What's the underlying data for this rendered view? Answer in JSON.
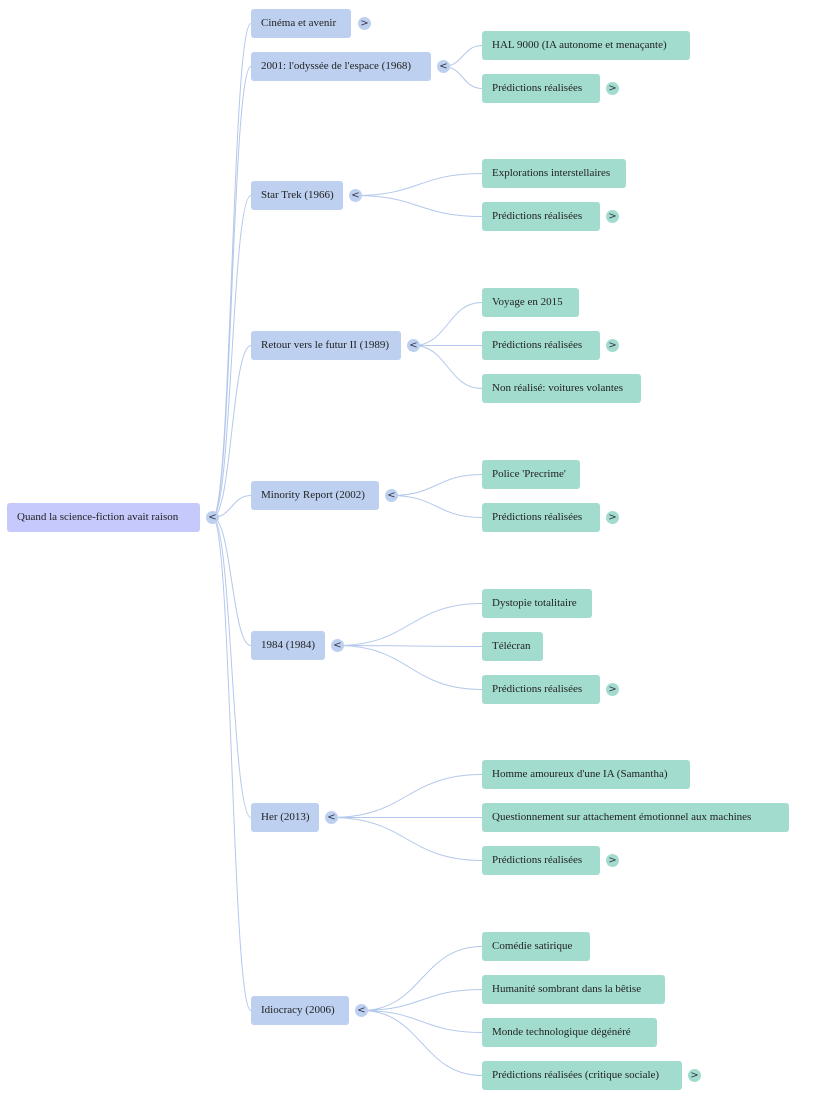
{
  "root": {
    "label": "Quand la science-fiction avait raison",
    "toggle": "<"
  },
  "colors": {
    "root": "#c5c9fb",
    "level1": "#bdd0f0",
    "level2": "#a2dcce",
    "link": "#b4c8ec"
  },
  "branches": [
    {
      "label": "Cinéma et avenir",
      "toggle": ">",
      "children": []
    },
    {
      "label": "2001: l'odyssée de l'espace (1968)",
      "toggle": "<",
      "children": [
        {
          "label": "HAL 9000 (IA autonome et menaçante)"
        },
        {
          "label": "Prédictions réalisées",
          "toggle": ">"
        }
      ]
    },
    {
      "label": "Star Trek (1966)",
      "toggle": "<",
      "children": [
        {
          "label": "Explorations interstellaires"
        },
        {
          "label": "Prédictions réalisées",
          "toggle": ">"
        }
      ]
    },
    {
      "label": "Retour vers le futur II (1989)",
      "toggle": "<",
      "children": [
        {
          "label": "Voyage en 2015"
        },
        {
          "label": "Prédictions réalisées",
          "toggle": ">"
        },
        {
          "label": "Non réalisé: voitures volantes"
        }
      ]
    },
    {
      "label": "Minority Report (2002)",
      "toggle": "<",
      "children": [
        {
          "label": "Police 'Precrime'"
        },
        {
          "label": "Prédictions réalisées",
          "toggle": ">"
        }
      ]
    },
    {
      "label": "1984 (1984)",
      "toggle": "<",
      "children": [
        {
          "label": "Dystopie totalitaire"
        },
        {
          "label": "Télécran"
        },
        {
          "label": "Prédictions réalisées",
          "toggle": ">"
        }
      ]
    },
    {
      "label": "Her (2013)",
      "toggle": "<",
      "children": [
        {
          "label": "Homme amoureux d'une IA (Samantha)"
        },
        {
          "label": "Questionnement sur attachement émotionnel aux machines"
        },
        {
          "label": "Prédictions réalisées",
          "toggle": ">"
        }
      ]
    },
    {
      "label": "Idiocracy (2006)",
      "toggle": "<",
      "children": [
        {
          "label": "Comédie satirique"
        },
        {
          "label": "Humanité sombrant dans la bêtise"
        },
        {
          "label": "Monde technologique dégénéré"
        },
        {
          "label": "Prédictions réalisées (critique sociale)",
          "toggle": ">"
        }
      ]
    }
  ]
}
